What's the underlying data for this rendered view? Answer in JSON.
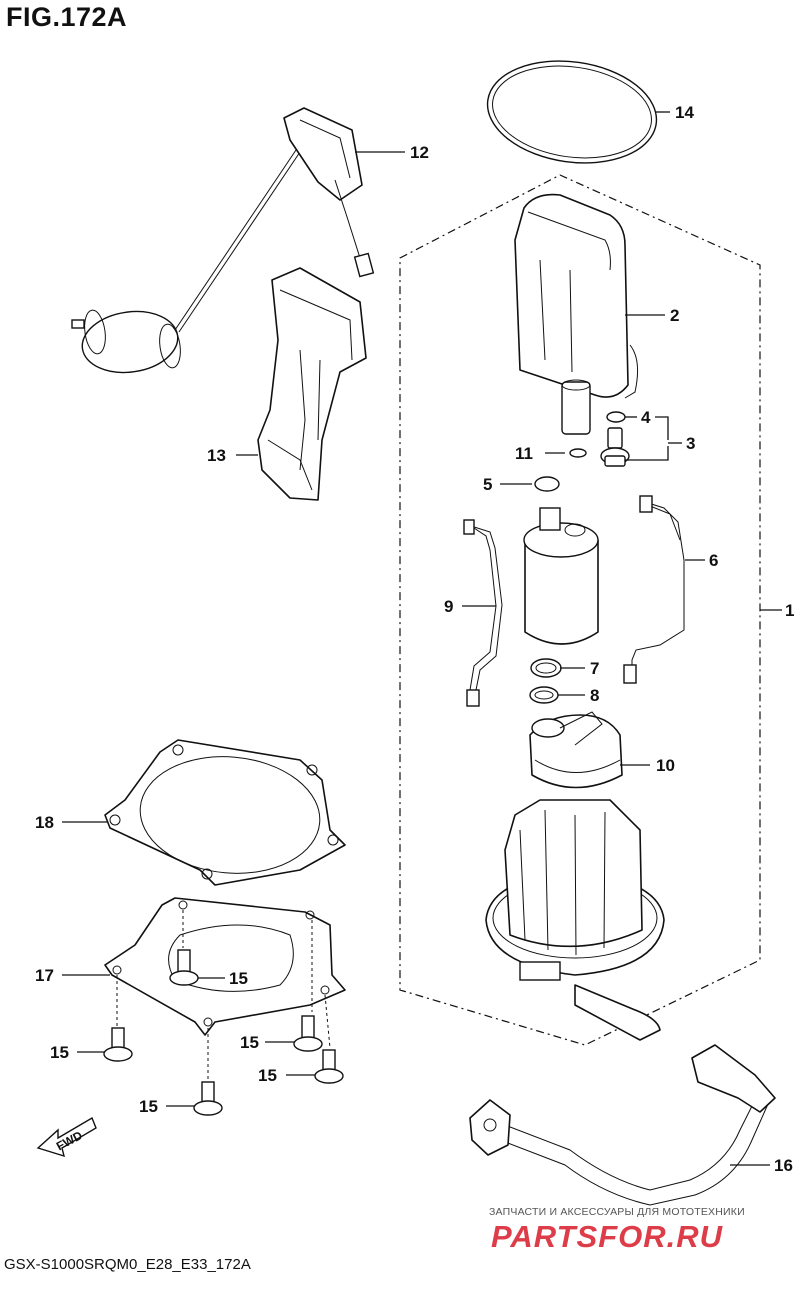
{
  "figure": {
    "title": "FIG.172A",
    "code": "GSX-S1000SRQM0_E28_E33_172A",
    "fwd_label": "FWD"
  },
  "callouts": [
    {
      "id": "1",
      "text": "1"
    },
    {
      "id": "2",
      "text": "2"
    },
    {
      "id": "3",
      "text": "3"
    },
    {
      "id": "4",
      "text": "4"
    },
    {
      "id": "5",
      "text": "5"
    },
    {
      "id": "6",
      "text": "6"
    },
    {
      "id": "7",
      "text": "7"
    },
    {
      "id": "8",
      "text": "8"
    },
    {
      "id": "9",
      "text": "9"
    },
    {
      "id": "10",
      "text": "10"
    },
    {
      "id": "11",
      "text": "11"
    },
    {
      "id": "12",
      "text": "12"
    },
    {
      "id": "13",
      "text": "13"
    },
    {
      "id": "14",
      "text": "14"
    },
    {
      "id": "15",
      "text": "15"
    },
    {
      "id": "16",
      "text": "16"
    },
    {
      "id": "17",
      "text": "17"
    },
    {
      "id": "18",
      "text": "18"
    }
  ],
  "watermark": {
    "tagline": "ЗАПЧАСТИ И АКСЕССУАРЫ ДЛЯ МОТОТЕХНИКИ",
    "brand": "PARTSFOR.RU",
    "brand_color": "#d81c2a"
  }
}
